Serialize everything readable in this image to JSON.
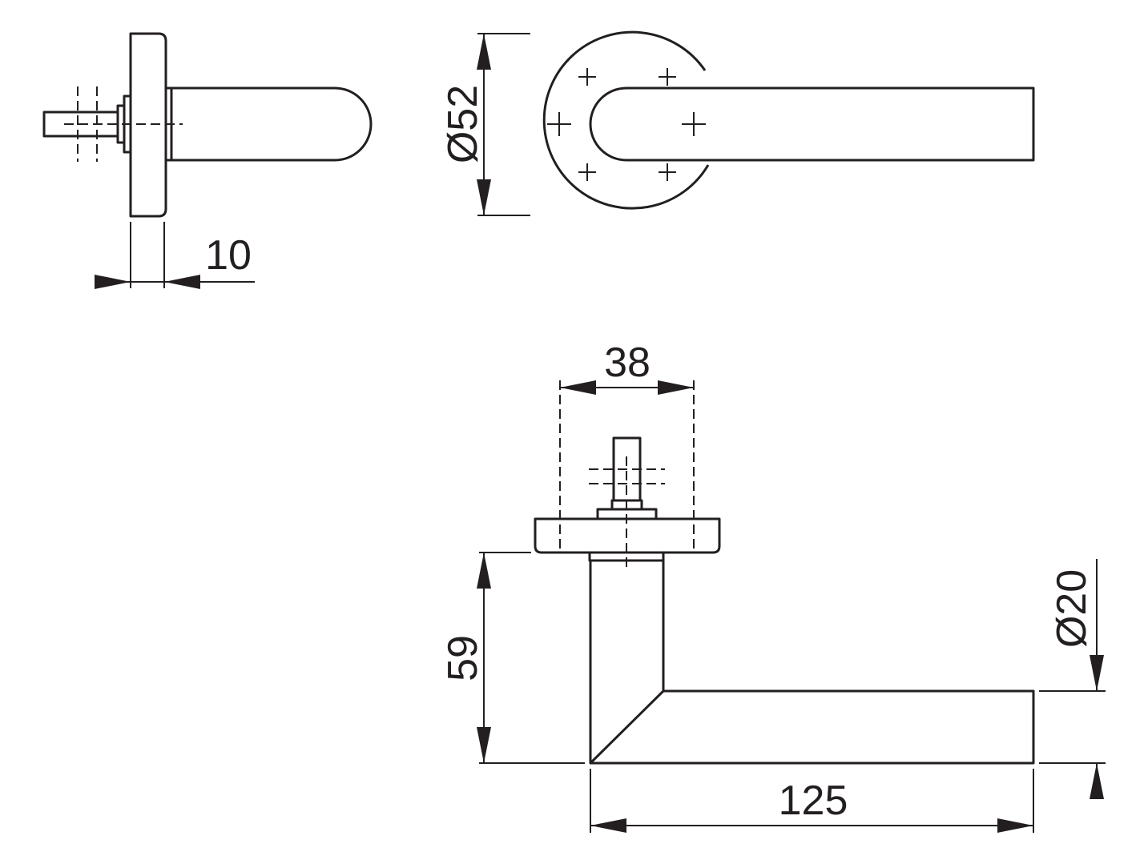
{
  "dimensions": {
    "rose_thickness": "10",
    "rose_diameter": "Ø52",
    "spindle_span": "38",
    "lever_height": "59",
    "lever_diameter": "Ø20",
    "lever_length": "125"
  },
  "colors": {
    "line": "#231f20",
    "background": "#ffffff"
  }
}
